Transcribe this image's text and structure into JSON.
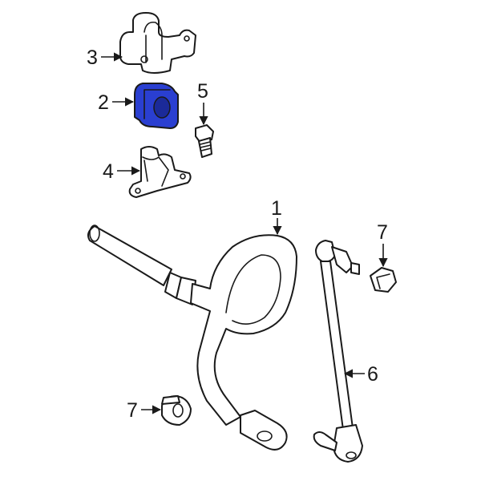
{
  "callouts": {
    "c1": "1",
    "c2": "2",
    "c3": "3",
    "c4": "4",
    "c5": "5",
    "c6": "6",
    "c7a": "7",
    "c7b": "7"
  },
  "colors": {
    "highlight": "#2a3fd1",
    "line": "#1a1a1a",
    "background": "#ffffff"
  }
}
